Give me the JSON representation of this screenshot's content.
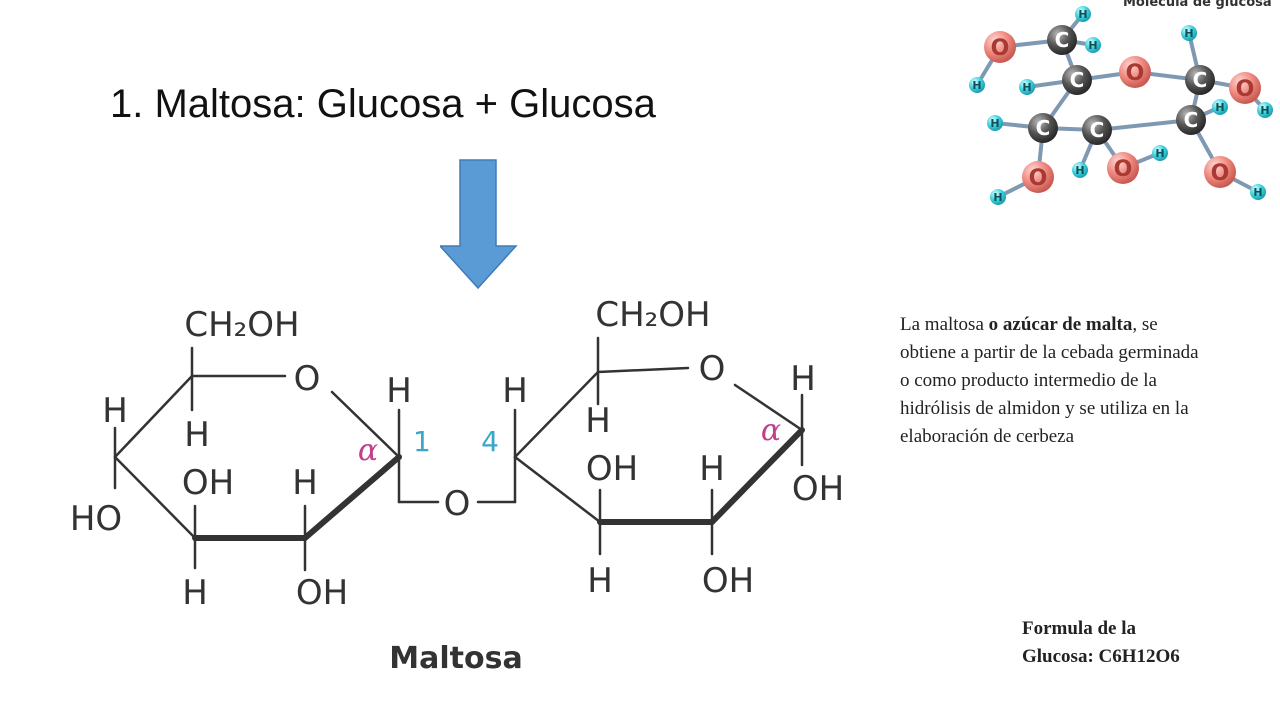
{
  "slide": {
    "title": "1. Maltosa: Glucosa + Glucosa",
    "description": {
      "before": "La maltosa ",
      "bold": "o azúcar de malta",
      "after": ", se obtiene a partir de la cebada germinada o como producto intermedio de la hidrólisis de almidon y se utiliza en la elaboración de cerbeza"
    },
    "formula_line1": "Formula de la",
    "formula_line2": "Glucosa: C6H12O6"
  },
  "arrow": {
    "color": "#5B9BD5",
    "direction": "down"
  },
  "maltose": {
    "caption": "Maltosa",
    "ring1": {
      "ch2oh": "CH₂OH",
      "ring_o": "O",
      "top_left_h": "H",
      "inner_h": "H",
      "ho": "HO",
      "oh_mid": "OH",
      "h_mid": "H",
      "h_bottom": "H",
      "oh_bottom": "OH",
      "anomeric_h": "H",
      "alpha": "α",
      "carbon_number": "1"
    },
    "bridge_o": "O",
    "ring2": {
      "ch2oh": "CH₂OH",
      "ring_o": "O",
      "h_left": "H",
      "inner_h": "H",
      "carbon_number": "4",
      "oh_mid": "OH",
      "h_mid": "H",
      "h_bottom": "H",
      "oh_bottom": "OH",
      "right_h": "H",
      "alpha": "α",
      "right_oh": "OH"
    },
    "colors": {
      "alpha": "#C0408A",
      "number": "#3AA6C8",
      "text": "#333333"
    }
  },
  "glucose_model": {
    "caption": "Molécula de glucosa",
    "carbon_label": "C",
    "oxygen_label": "O",
    "hydrogen_label": "H",
    "colors": {
      "carbon": "#4a4a4a",
      "oxygen": "#f08a80",
      "hydrogen": "#3fd4e0",
      "bond": "#7f99b3"
    }
  }
}
